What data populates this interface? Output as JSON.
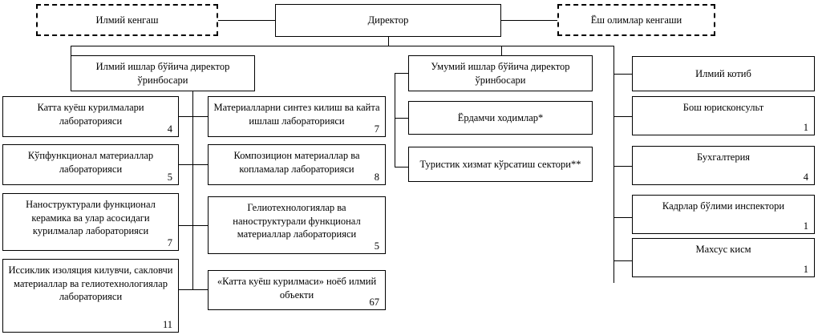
{
  "diagram": {
    "title": "Institute organizational structure chart",
    "type": "org-chart",
    "line_color": "#000000",
    "box_fill": "#ffffff",
    "text_color": "#000000"
  },
  "top": {
    "director": {
      "label": "Директор"
    },
    "scientific_council": {
      "label": "Илмий кенгаш",
      "style": "dashed"
    },
    "young_scientists_council": {
      "label": "Ёш олимлар кенгаши",
      "style": "dashed"
    }
  },
  "deputies": {
    "science": {
      "label": "Илмий ишлар бўйича директор ўринбосари"
    },
    "general": {
      "label": "Умумий ишлар бўйича директор ўринбосари"
    }
  },
  "column_left": [
    {
      "label": "Катта куёш курилмалари лабораторияси",
      "count": "4"
    },
    {
      "label": "Кўпфункционал материаллар лабораторияси",
      "count": "5"
    },
    {
      "label": "Наноструктурали функционал керамика ва улар асосидаги курилмалар лабораторияси",
      "count": "7"
    },
    {
      "label": "Иссиклик изоляция килувчи, сакловчи материаллар ва гелиотехнологиялар лабораторияси",
      "count": "11"
    }
  ],
  "column_middle": [
    {
      "label": "Материалларни синтез килиш ва кайта ишлаш лабораторияси",
      "count": "7"
    },
    {
      "label": "Композицион материаллар ва копламалар лабораторияси",
      "count": "8"
    },
    {
      "label": "Гелиотехнологиялар ва наноструктурали функционал материаллар лабораторияси",
      "count": "5"
    },
    {
      "label": "«Катта куёш курилмаси» ноёб илмий объекти",
      "count": "67"
    }
  ],
  "column_general": [
    {
      "label": "Ёрдамчи ходимлар*",
      "count": ""
    },
    {
      "label": "Туристик хизмат кўрсатиш сектори**",
      "count": ""
    }
  ],
  "column_right": [
    {
      "label": "Илмий котиб",
      "count": ""
    },
    {
      "label": "Бош юрисконсульт",
      "count": "1"
    },
    {
      "label": "Бухгалтерия",
      "count": "4"
    },
    {
      "label": "Кадрлар бўлими инспектори",
      "count": "1"
    },
    {
      "label": "Махсус кисм",
      "count": "1"
    }
  ]
}
